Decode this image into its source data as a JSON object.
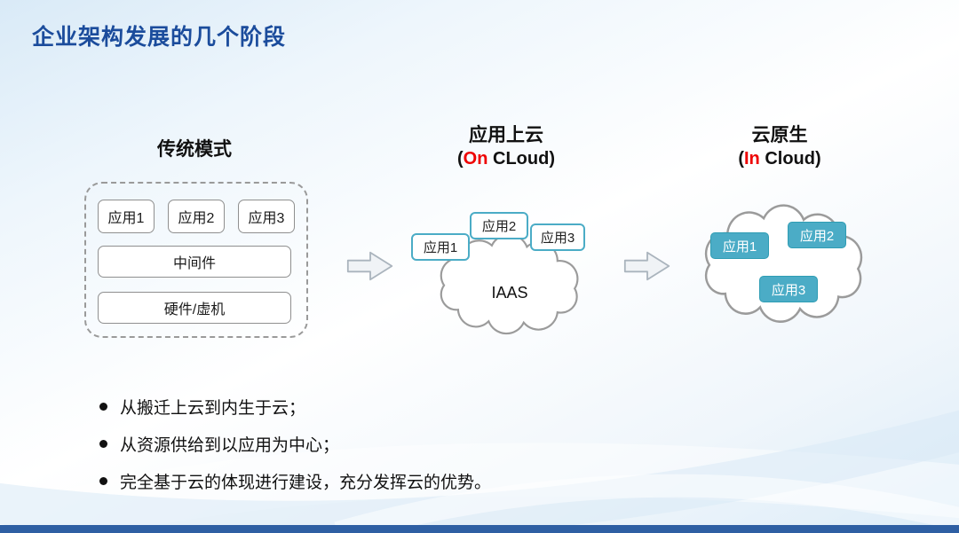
{
  "slide": {
    "title": "企业架构发展的几个阶段"
  },
  "stages": {
    "traditional": {
      "heading": "传统模式",
      "apps": [
        "应用1",
        "应用2",
        "应用3"
      ],
      "middleware": "中间件",
      "hardware": "硬件/虚机"
    },
    "on_cloud": {
      "heading": "应用上云",
      "sub_open": "(",
      "sub_red": "On",
      "sub_rest": " CLoud)",
      "apps": [
        "应用1",
        "应用2",
        "应用3"
      ],
      "cloud_label": "IAAS"
    },
    "in_cloud": {
      "heading": "云原生",
      "sub_open": "(",
      "sub_red": "In",
      "sub_rest": " Cloud)",
      "apps": [
        "应用1",
        "应用2",
        "应用3"
      ]
    }
  },
  "bullets": [
    "从搬迁上云到内生于云；",
    "从资源供给到以应用为中心；",
    "完全基于云的体现进行建设，充分发挥云的优势。"
  ],
  "colors": {
    "title_blue": "#1b4c9c",
    "accent_red": "#ee0000",
    "teal": "#4bacc6",
    "teal_dark": "#2f9db4",
    "bar_blue": "#2e5fa3"
  }
}
